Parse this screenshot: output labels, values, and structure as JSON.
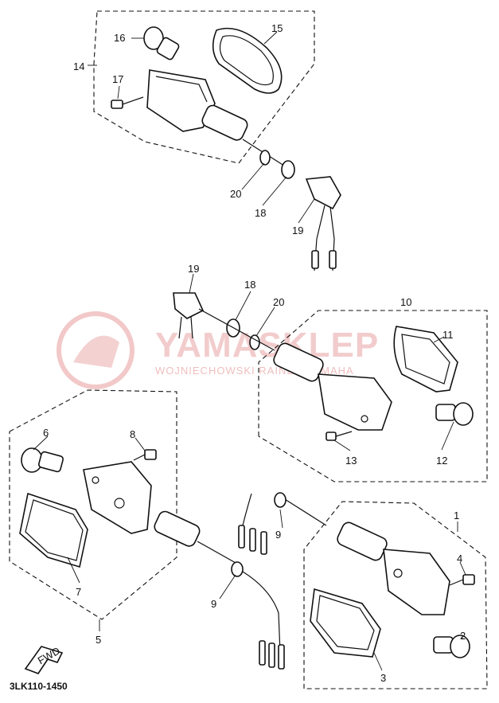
{
  "diagram": {
    "code": "3LK110-1450",
    "fwd_label": "FWD",
    "watermark": {
      "brand": "YAMASKLEP",
      "line2": "WOJNIECHOWSKI RAINER YAMAHA"
    },
    "callouts": [
      "1",
      "2",
      "3",
      "4",
      "5",
      "6",
      "7",
      "8",
      "9",
      "10",
      "11",
      "12",
      "13",
      "14",
      "15",
      "16",
      "17",
      "18",
      "19",
      "20"
    ]
  }
}
